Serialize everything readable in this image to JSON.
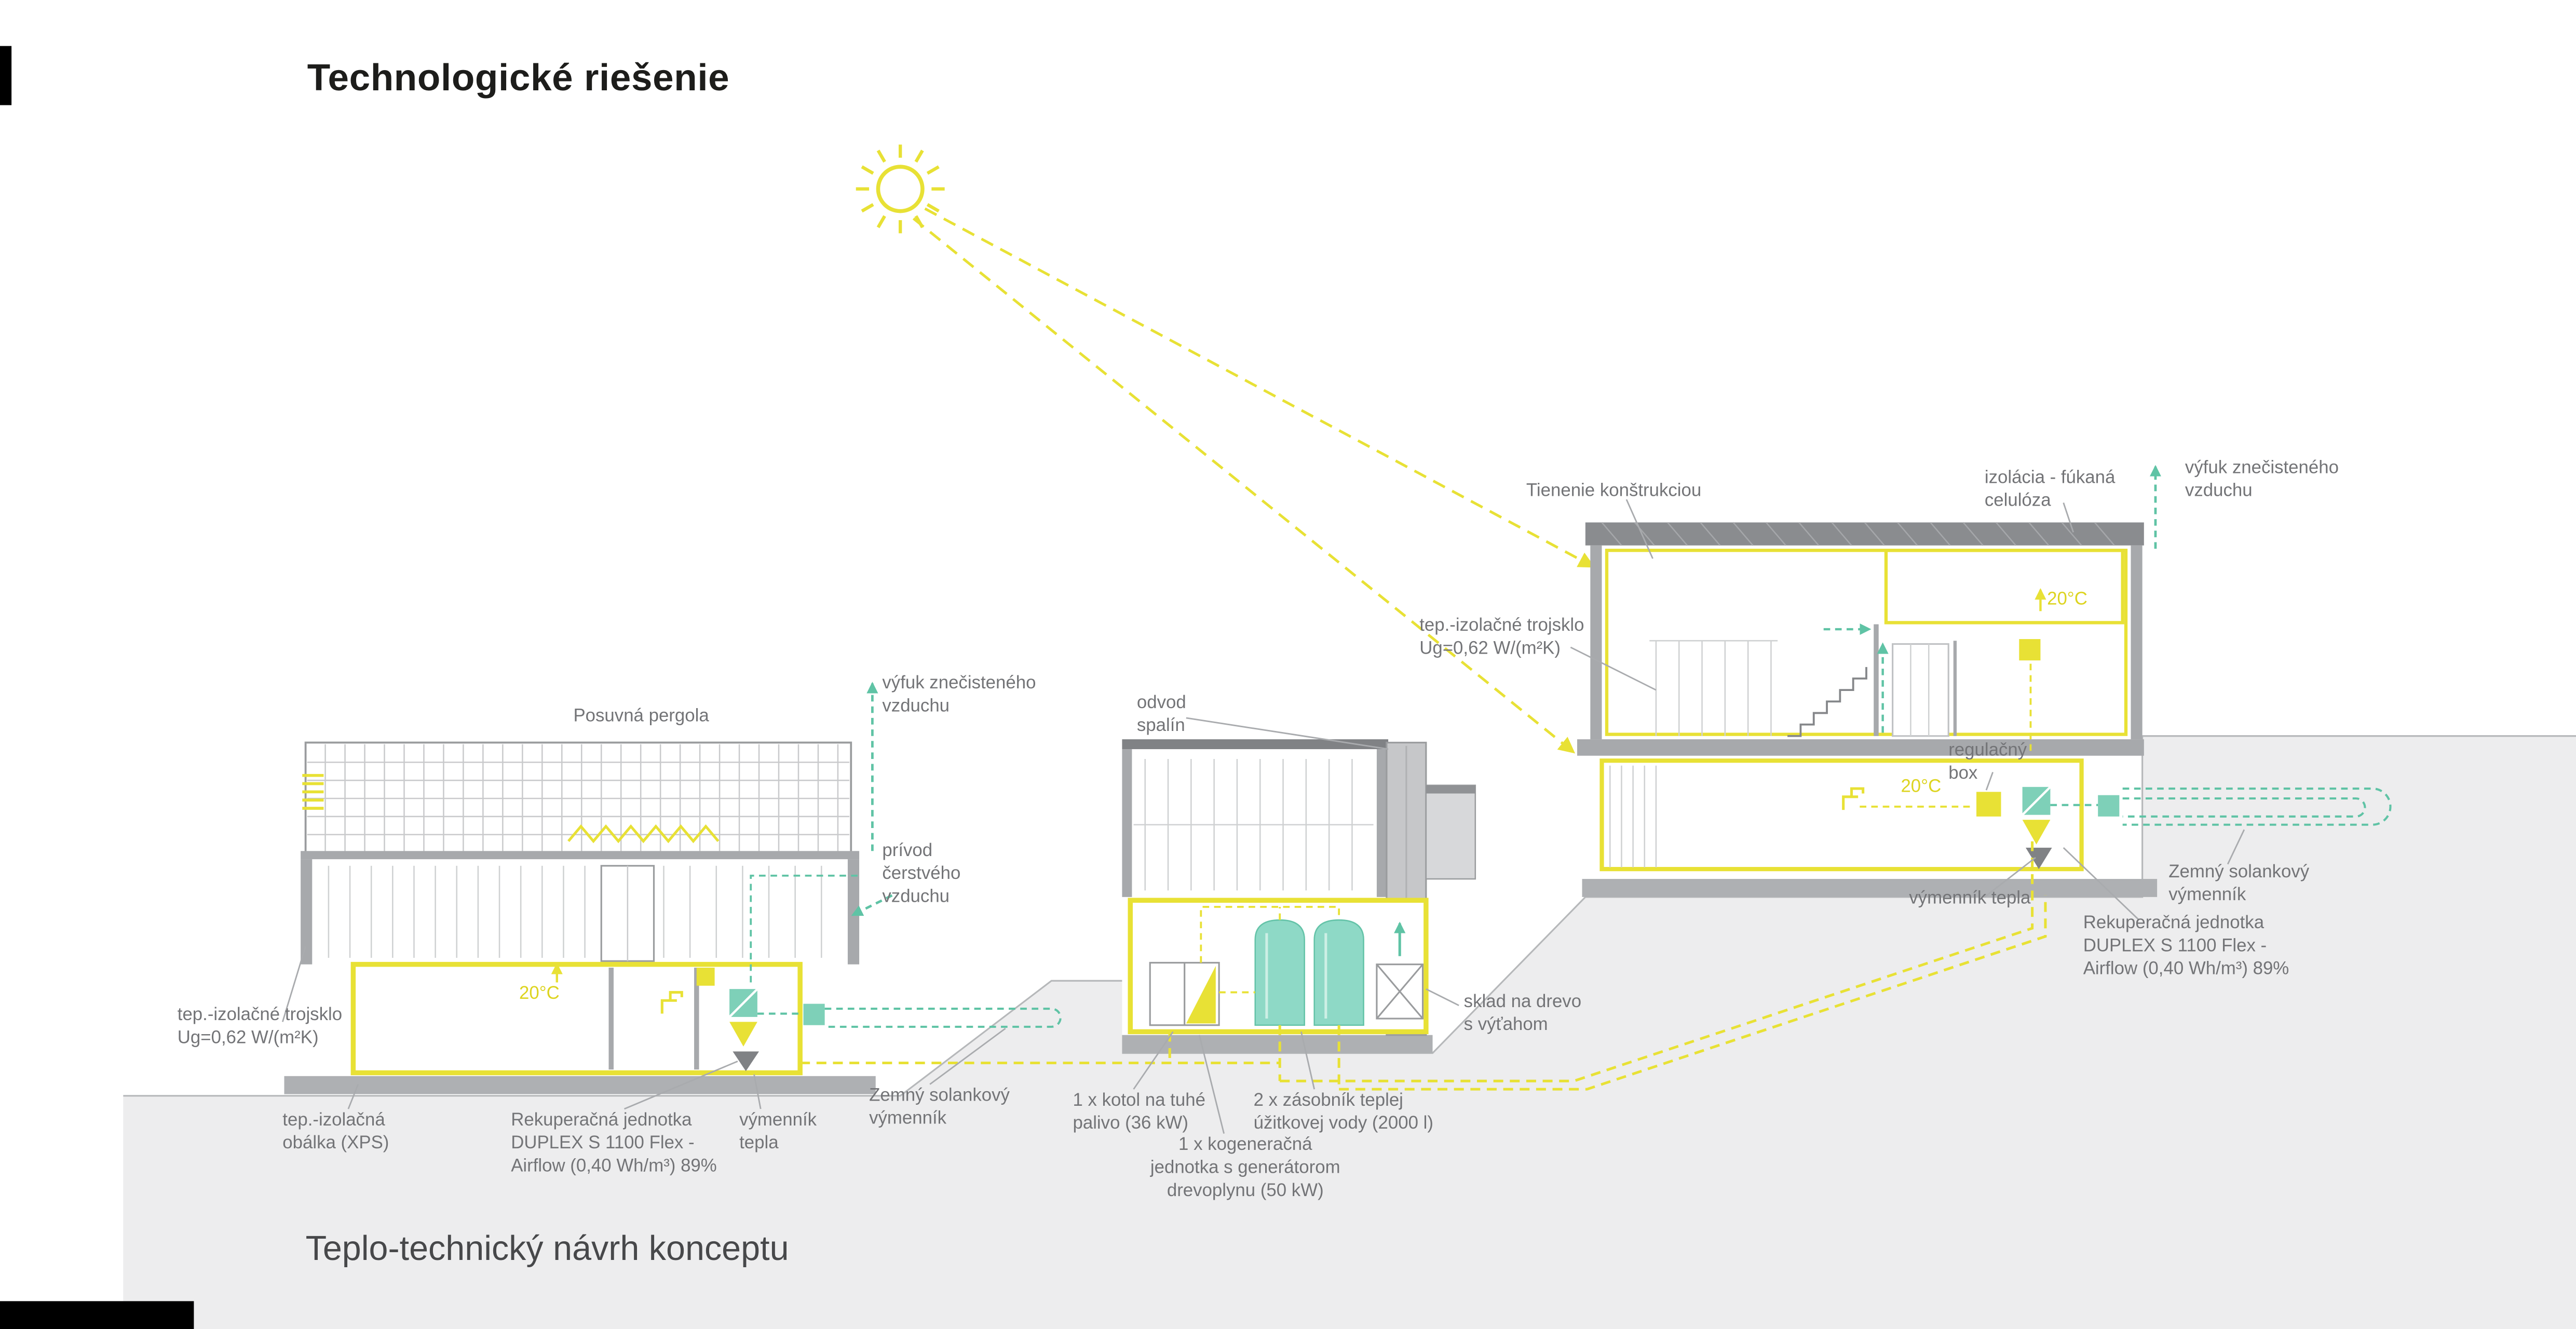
{
  "page": {
    "title": "Technologické riešenie",
    "subtitle": "Teplo-technický návrh konceptu"
  },
  "colors": {
    "accent_yellow": "#e8e135",
    "accent_teal": "#5fc3a5",
    "ground_gray": "#ededee"
  },
  "labels": {
    "pergola": "Posuvná pergola",
    "exhaust_air_left": "výfuk znečisteného\nvzduchu",
    "fresh_air_supply": "prívod\nčerstvého\nvzduchu",
    "flue_gas": "odvod\nspalín",
    "shading": "Tienenie konštrukciou",
    "blown_cellulose": "izolácia - fúkaná\ncelulóza",
    "exhaust_air_right": "výfuk znečisteného\nvzduchu",
    "triple_glazing_right": "tep.-izolačné trojsklo\nUg=0,62 W/(m²K)",
    "temp_upper_right": "20°C",
    "regulation_box": "regulačný\nbox",
    "temp_lower_right": "20°C",
    "heat_exchanger_right": "výmenník tepla",
    "ground_brine_right": "Zemný solankový\nvýmenník",
    "recuperation_right": "Rekuperačná jednotka\nDUPLEX S 1100 Flex -\nAirflow (0,40 Wh/m³) 89%",
    "temp_left": "20°C",
    "triple_glazing_left": "tep.-izolačné trojsklo\nUg=0,62 W/(m²K)",
    "insulation_envelope": "tep.-izolačná\nobálka (XPS)",
    "recuperation_left": "Rekuperačná jednotka\nDUPLEX S 1100 Flex -\nAirflow (0,40 Wh/m³) 89%",
    "heat_exchanger_left": "výmenník\ntepla",
    "ground_brine_left": "Zemný solankový\nvýmenník",
    "boiler": "1 x kotol na tuhé\npalivo (36 kW)",
    "hot_water_tank": "2 x zásobník teplej\núžitkovej vody (2000 l)",
    "cogeneration": "1 x kogeneračná\njednotka s generátorom\ndrevoplynu (50 kW)",
    "wood_storage": "sklad na drevo\ns výťahom"
  }
}
